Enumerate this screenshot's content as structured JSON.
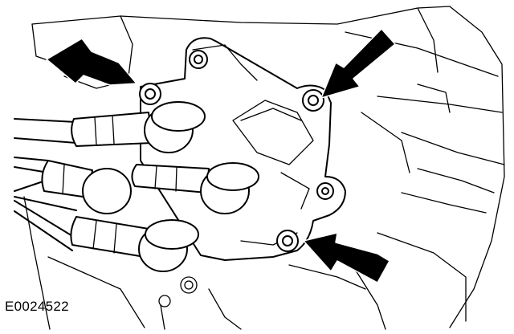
{
  "figure": {
    "reference_code": "E0024522",
    "callouts": [
      {
        "id": "arrow-1",
        "points_to": "coil-mounting-bolt-top-left",
        "icon": "arrow-icon"
      },
      {
        "id": "arrow-2",
        "points_to": "coil-mounting-bolt-top-right",
        "icon": "arrow-icon"
      },
      {
        "id": "arrow-3",
        "points_to": "coil-mounting-bolt-bottom",
        "icon": "arrow-icon"
      }
    ],
    "colors": {
      "line": "#000000",
      "background": "#ffffff"
    }
  }
}
